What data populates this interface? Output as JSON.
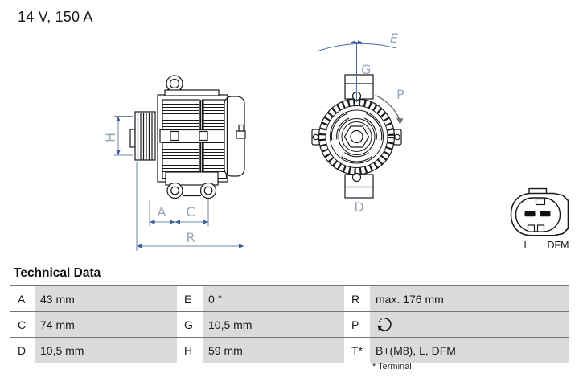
{
  "header": {
    "title": "14 V, 150 A"
  },
  "side_view": {
    "labels": {
      "H": "H",
      "A": "A",
      "C": "C",
      "R": "R"
    }
  },
  "rear_view": {
    "labels": {
      "E": "E",
      "G": "G",
      "P": "P",
      "D": "D"
    }
  },
  "connector": {
    "labels": {
      "left": "L",
      "right": "DFM"
    }
  },
  "table": {
    "title": "Technical Data",
    "rows": [
      {
        "cells": [
          {
            "key": "A",
            "value": "43 mm"
          },
          {
            "key": "E",
            "value": "0 °"
          },
          {
            "key": "R",
            "value": "max. 176 mm"
          }
        ]
      },
      {
        "cells": [
          {
            "key": "C",
            "value": "74 mm"
          },
          {
            "key": "G",
            "value": "10,5 mm"
          },
          {
            "key": "P",
            "value": "",
            "icon": "rotation-cw-icon"
          }
        ]
      },
      {
        "cells": [
          {
            "key": "D",
            "value": "10,5 mm"
          },
          {
            "key": "H",
            "value": "59 mm"
          },
          {
            "key": "T*",
            "value": "B+(M8), L, DFM"
          }
        ]
      }
    ],
    "footnote": "* Terminal"
  },
  "colors": {
    "drawing_stroke": "#1a1a1a",
    "dimension_line": "#6e84a6",
    "dimension_arrow": "#3a5f99",
    "dimension_label": "#9aa6b8",
    "blue_guide": "#4a6fa8",
    "rotation_arrow": "#6f6f6f",
    "table_cell_bg": "#dadbdd",
    "table_rule": "#757575"
  }
}
